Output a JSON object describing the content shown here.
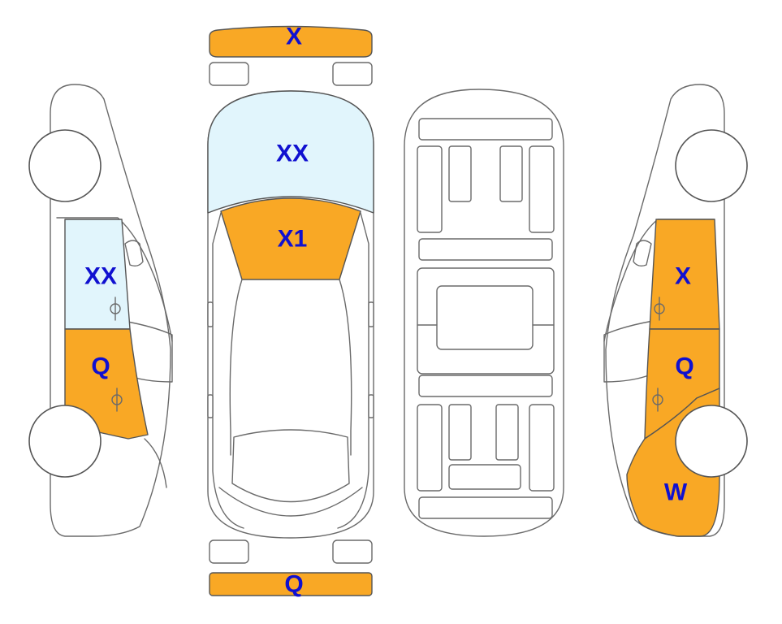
{
  "colors": {
    "damage_orange": "#F9A825",
    "glass_light_blue": "#E1F5FC",
    "label_blue": "#1010D0",
    "outline_gray": "#6A6A6A"
  },
  "labels": {
    "front_bumper": "X",
    "windshield": "XX",
    "hood": "X1",
    "rear_bumper": "Q",
    "left_front_window": "XX",
    "left_front_door": "Q",
    "right_front_door": "X",
    "right_rear_door": "Q",
    "right_rear_quarter": "W"
  }
}
